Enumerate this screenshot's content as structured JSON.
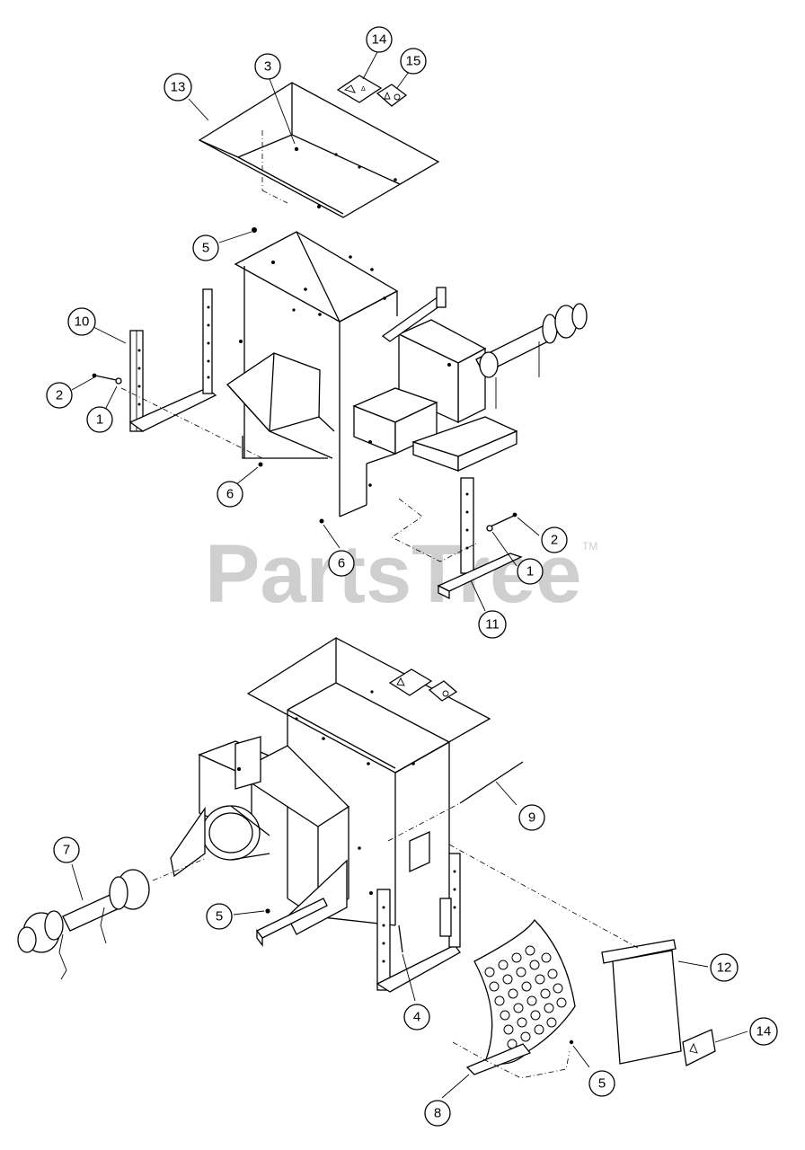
{
  "watermark": {
    "text": "PartsTree",
    "trademark": "TM"
  },
  "callouts": [
    {
      "id": "c14a",
      "label": "14"
    },
    {
      "id": "c15",
      "label": "15"
    },
    {
      "id": "c3",
      "label": "3"
    },
    {
      "id": "c13",
      "label": "13"
    },
    {
      "id": "c5a",
      "label": "5"
    },
    {
      "id": "c10",
      "label": "10"
    },
    {
      "id": "c2a",
      "label": "2"
    },
    {
      "id": "c1a",
      "label": "1"
    },
    {
      "id": "c6a",
      "label": "6"
    },
    {
      "id": "c6b",
      "label": "6"
    },
    {
      "id": "c2b",
      "label": "2"
    },
    {
      "id": "c1b",
      "label": "1"
    },
    {
      "id": "c11",
      "label": "11"
    },
    {
      "id": "c9",
      "label": "9"
    },
    {
      "id": "c7",
      "label": "7"
    },
    {
      "id": "c5b",
      "label": "5"
    },
    {
      "id": "c4",
      "label": "4"
    },
    {
      "id": "c12",
      "label": "12"
    },
    {
      "id": "c14b",
      "label": "14"
    },
    {
      "id": "c5c",
      "label": "5"
    },
    {
      "id": "c8",
      "label": "8"
    }
  ]
}
